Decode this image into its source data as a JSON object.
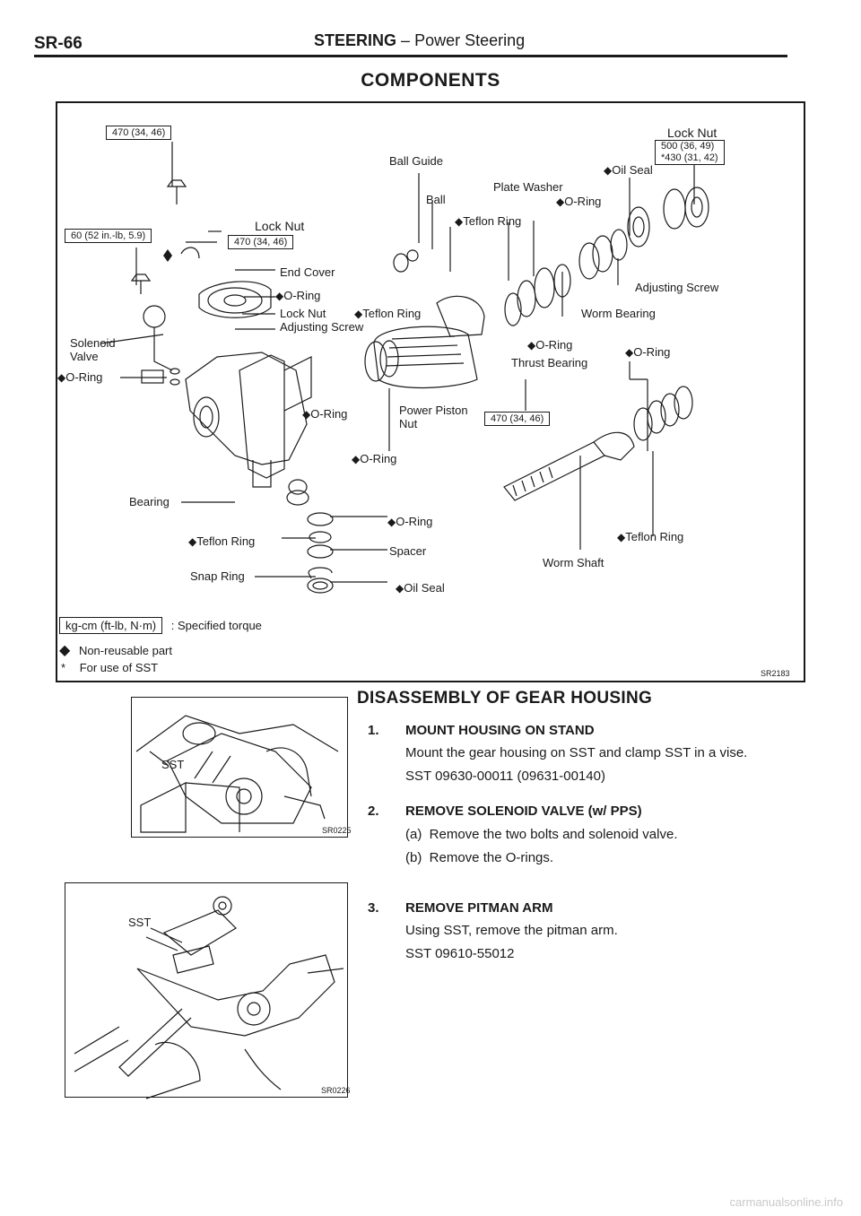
{
  "header": {
    "page_number": "SR-66",
    "section": "STEERING",
    "separator": "–",
    "subsection": "Power Steering"
  },
  "components": {
    "title": "COMPONENTS",
    "figure_code": "SR2183",
    "torques": {
      "t470_top": "470 (34, 46)",
      "t60": "60 (52 in.-lb, 5.9)",
      "t470_mid": "470 (34, 46)",
      "t500": "500 (36, 49)",
      "t430": "*430 (31, 42)",
      "t470_bot": "470 (34, 46)"
    },
    "labels": {
      "lock_nut_top": "Lock Nut",
      "ball_guide": "Ball Guide",
      "oil_seal_top": "Oil Seal",
      "plate_washer": "Plate Washer",
      "ball": "Ball",
      "o_ring_1": "O-Ring",
      "teflon_ring_1": "Teflon Ring",
      "lock_nut_mid": "Lock Nut",
      "end_cover": "End Cover",
      "o_ring_2": "O-Ring",
      "lock_nut_lower": "Lock Nut",
      "teflon_ring_2": "Teflon Ring",
      "adjusting_screw_1": "Adjusting Screw",
      "adjusting_screw_2": "Adjusting Screw",
      "worm_bearing": "Worm Bearing",
      "solenoid": "Solenoid",
      "valve": "Valve",
      "o_ring_3": "O-Ring",
      "o_ring_4": "O-Ring",
      "thrust_bearing": "Thrust Bearing",
      "o_ring_5": "O-Ring",
      "o_ring_6": "O-Ring",
      "power_piston": "Power Piston",
      "nut": "Nut",
      "o_ring_7": "O-Ring",
      "bearing": "Bearing",
      "o_ring_8": "O-Ring",
      "teflon_ring_3": "Teflon Ring",
      "teflon_ring_4": "Teflon Ring",
      "spacer": "Spacer",
      "worm_shaft": "Worm Shaft",
      "snap_ring": "Snap Ring",
      "oil_seal_bottom": "Oil Seal"
    },
    "legend": {
      "unit_box": "kg-cm (ft-lb, N·m)",
      "unit_text": ": Specified torque",
      "nonreusable": "Non-reusable part",
      "asterisk": "*",
      "sst": "For use of SST"
    }
  },
  "figures": [
    {
      "code": "SR0225",
      "label": "SST"
    },
    {
      "code": "SR0226",
      "label": "SST"
    }
  ],
  "disassembly": {
    "title": "DISASSEMBLY OF GEAR HOUSING",
    "steps": [
      {
        "num": "1.",
        "title": "MOUNT HOUSING ON STAND",
        "lines": [
          "Mount the gear housing on SST and clamp SST in a vise.",
          "SST 09630-00011 (09631-00140)"
        ]
      },
      {
        "num": "2.",
        "title": "REMOVE SOLENOID VALVE (w/ PPS)",
        "lines": [
          "(a)  Remove the two bolts and solenoid valve.",
          "(b)  Remove the O-rings."
        ]
      },
      {
        "num": "3.",
        "title": "REMOVE PITMAN ARM",
        "lines": [
          "Using SST, remove the pitman arm.",
          "SST 09610-55012"
        ]
      }
    ]
  },
  "footer": "carmanualsonline.info"
}
